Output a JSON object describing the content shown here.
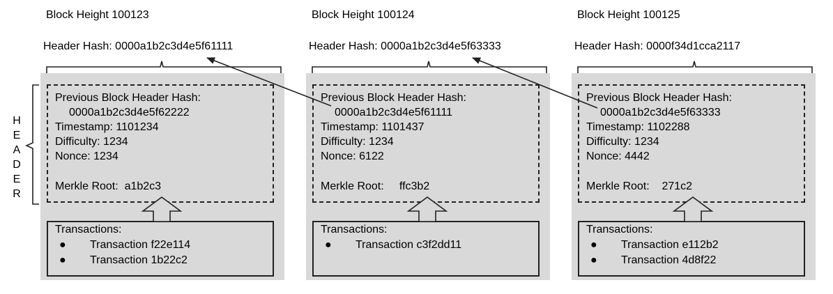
{
  "side_label": [
    "H",
    "E",
    "A",
    "D",
    "E",
    "R"
  ],
  "blocks": [
    {
      "height_label": "Block Height 100123",
      "header_hash": "Header Hash: 0000a1b2c3d4e5f61111",
      "prev_label": "Previous Block Header Hash:",
      "prev_hash": "0000a1b2c3d4e5f62222",
      "timestamp": "Timestamp: 1101234",
      "difficulty": "Difficulty: 1234",
      "nonce": "Nonce: 1234",
      "merkle": "Merkle Root:  a1b2c3",
      "tx_title": "Transactions:",
      "transactions": [
        "Transaction f22e114",
        "Transaction 1b22c2"
      ]
    },
    {
      "height_label": "Block Height 100124",
      "header_hash": "Header Hash: 0000a1b2c3d4e5f63333",
      "prev_label": "Previous Block Header Hash:",
      "prev_hash": "0000a1b2c3d4e5f61111",
      "timestamp": "Timestamp: 1101437",
      "difficulty": "Difficulty: 1234",
      "nonce": "Nonce: 6122",
      "merkle": "Merkle Root:     ffc3b2",
      "tx_title": "Transactions:",
      "transactions": [
        "Transaction c3f2dd11"
      ]
    },
    {
      "height_label": "Block Height 100125",
      "header_hash": "Header Hash: 0000f34d1cca2117",
      "prev_label": "Previous Block Header Hash:",
      "prev_hash": "0000a1b2c3d4e5f63333",
      "timestamp": "Timestamp: 1102288",
      "difficulty": "Difficulty: 1234",
      "nonce": "Nonce: 4442",
      "merkle": "Merkle Root:    271c2",
      "tx_title": "Transactions:",
      "transactions": [
        "Transaction e112b2",
        "Transaction 4d8f22"
      ]
    }
  ],
  "colors": {
    "panel": "#d9d9d9",
    "stroke": "#222222"
  }
}
